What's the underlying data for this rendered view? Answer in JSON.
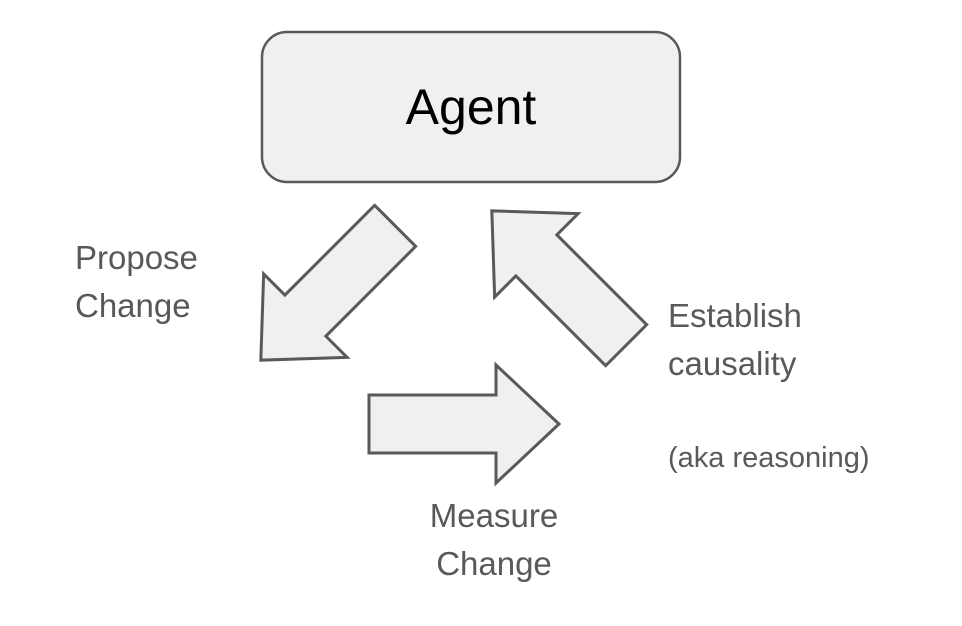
{
  "diagram": {
    "node": {
      "label": "Agent"
    },
    "arrows": [
      {
        "name": "propose-change",
        "direction": "down-left",
        "label": "Propose\nChange"
      },
      {
        "name": "measure-change",
        "direction": "right",
        "label": "Measure\nChange"
      },
      {
        "name": "establish-causality",
        "direction": "up-left",
        "label": "Establish\ncausality",
        "sublabel": "(aka reasoning)"
      }
    ],
    "colors": {
      "background": "#ffffff",
      "shape_fill": "#f0f0f0",
      "shape_stroke": "#595959",
      "node_text": "#000000",
      "label_text": "#595959"
    }
  }
}
